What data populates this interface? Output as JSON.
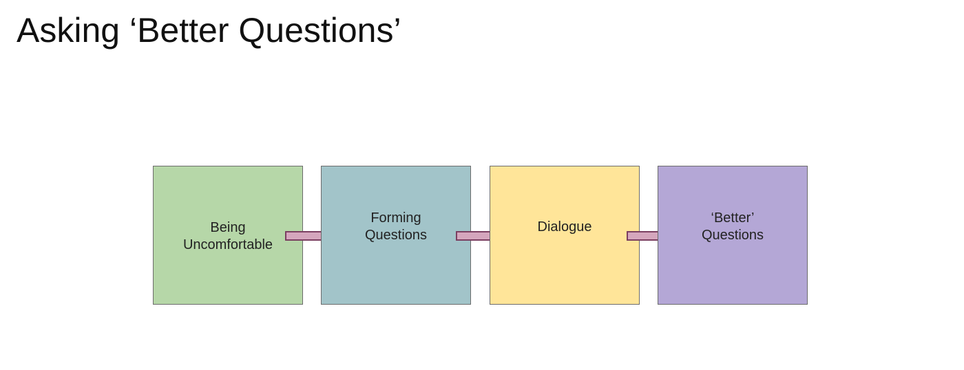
{
  "title": "Asking ‘Better Questions’",
  "diagram": {
    "steps": [
      {
        "label": "Being\nUncomfortable",
        "color": "#b6d7a8"
      },
      {
        "label": "Forming\nQuestions",
        "color": "#a2c4c9"
      },
      {
        "label": "Dialogue",
        "color": "#ffe599"
      },
      {
        "label": "‘Better’\nQuestions",
        "color": "#b4a7d6"
      }
    ],
    "arrow_color": "#d5a6bd",
    "arrow_stroke": "#7b3f61"
  }
}
